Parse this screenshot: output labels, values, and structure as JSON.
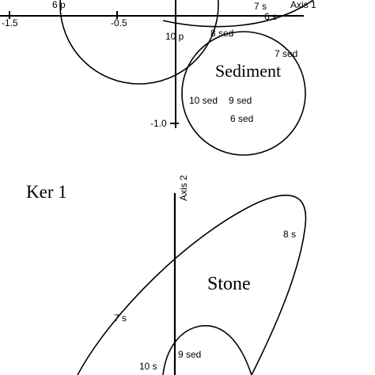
{
  "top_plot": {
    "tick_labels": [
      "-1.5",
      "-0.5",
      "-1.0"
    ],
    "axis1_label": "Axis 1",
    "group_label": "Sediment",
    "point_labels": [
      "6 p",
      "7 s",
      "6 s",
      "10 p",
      "8 sed",
      "7 sed",
      "10 sed",
      "9 sed",
      "6 sed"
    ]
  },
  "bottom_plot": {
    "panel_title": "Ker 1",
    "axis2_label": "Axis 2",
    "group_label": "Stone",
    "point_labels": [
      "8 s",
      "7 s",
      "9 sed",
      "10 s"
    ]
  },
  "colors": {
    "ink": "#000000",
    "background": "#ffffff"
  }
}
